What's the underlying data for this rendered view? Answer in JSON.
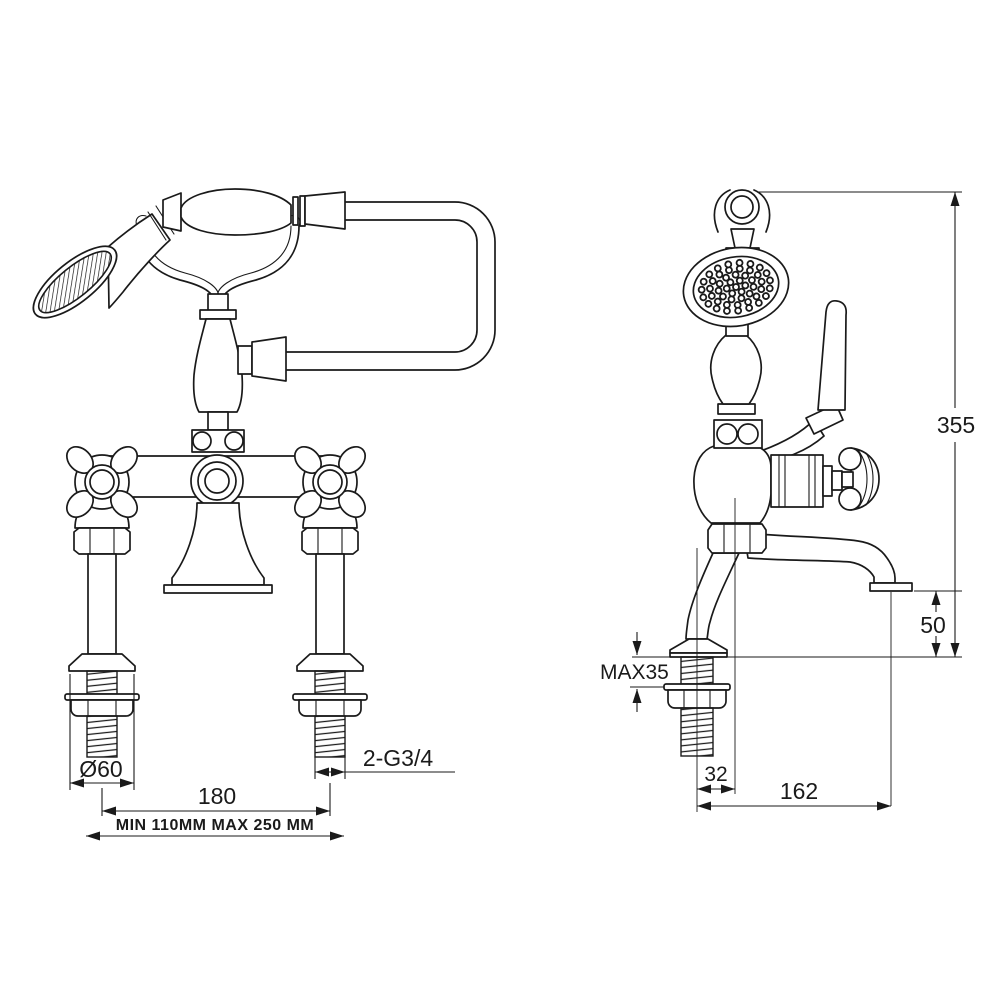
{
  "diagram": {
    "colors": {
      "line": "#1a1a1a",
      "background": "#ffffff"
    },
    "front_view": {
      "dims": {
        "flange_diameter": "Ø60",
        "tap_centres": "180",
        "centres_range": "MIN 110MM  MAX 250 MM",
        "inlet_thread": "2-G3/4"
      }
    },
    "side_view": {
      "dims": {
        "overall_height": "355",
        "spout_height": "50",
        "deck_thickness": "MAX35",
        "spout_offset": "32",
        "spout_reach": "162"
      }
    }
  }
}
